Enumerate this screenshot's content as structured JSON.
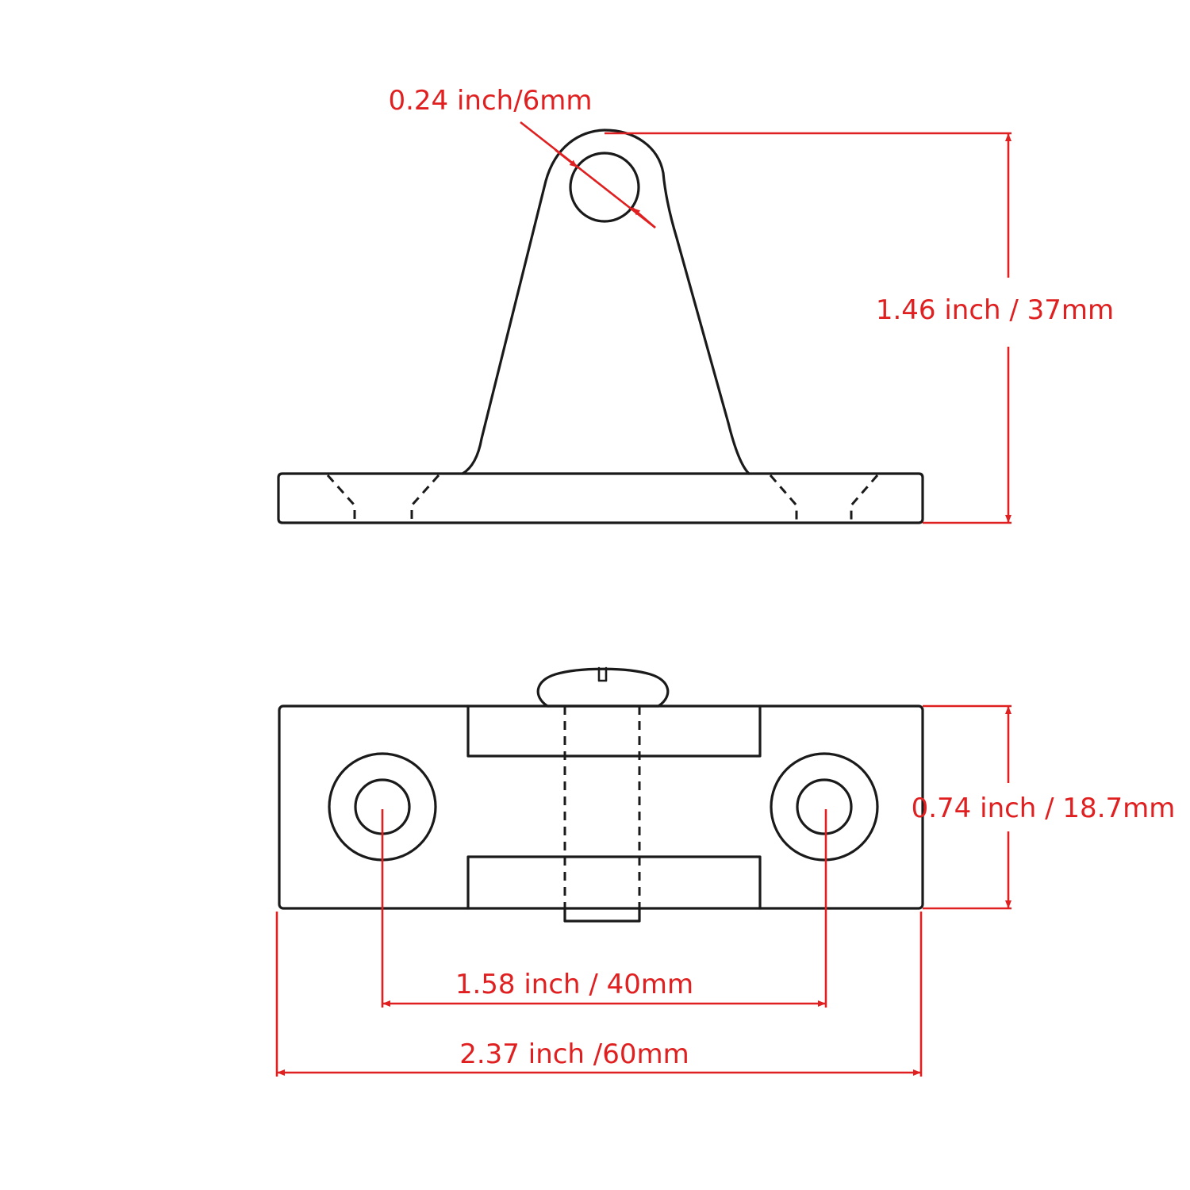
{
  "dimensions": {
    "hole_diameter": "0.24 inch/6mm",
    "height": "1.46 inch / 37mm",
    "base_thickness": "0.74 inch / 18.7mm",
    "hole_spacing": "1.58 inch / 40mm",
    "overall_length": "2.37 inch /60mm"
  },
  "colors": {
    "outline": "#1a1a1a",
    "dimension": "#e02020",
    "background": "#ffffff"
  }
}
